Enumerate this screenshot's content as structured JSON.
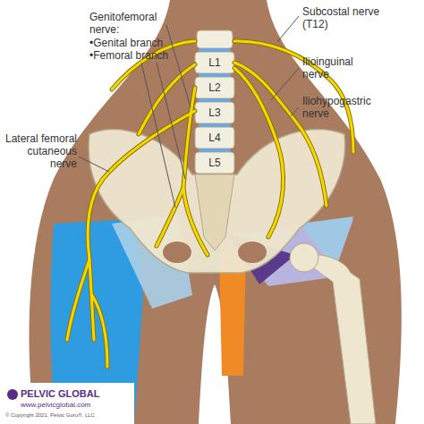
{
  "diagram": {
    "labels": [
      "Genitofemoral nerve:",
      "•Genital branch",
      "•Femoral branch",
      "Lateral femoral cutaneous nerve",
      "Subcostal nerve (T12)",
      "Ilioinguinal nerve",
      "Iliohypogastric nerve",
      "L1",
      "L2",
      "L3",
      "L4",
      "L5",
      "PELVIC GLOBAL",
      "www.pelvicglobal.com",
      "© Copyright 2021, Pelvic Guru®, LLC"
    ]
  }
}
